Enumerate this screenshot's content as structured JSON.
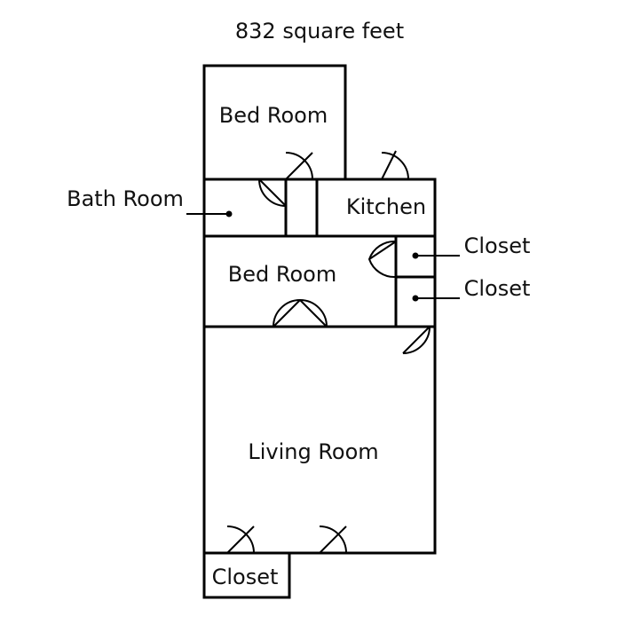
{
  "title": "832 square feet",
  "rooms": {
    "bedroom_top": "Bed Room",
    "bath": "Bath Room",
    "kitchen": "Kitchen",
    "bedroom_mid": "Bed Room",
    "closet_1": "Closet",
    "closet_2": "Closet",
    "living": "Living Room",
    "closet_bottom": "Closet"
  },
  "colors": {
    "line": "#000000",
    "background": "#ffffff"
  }
}
